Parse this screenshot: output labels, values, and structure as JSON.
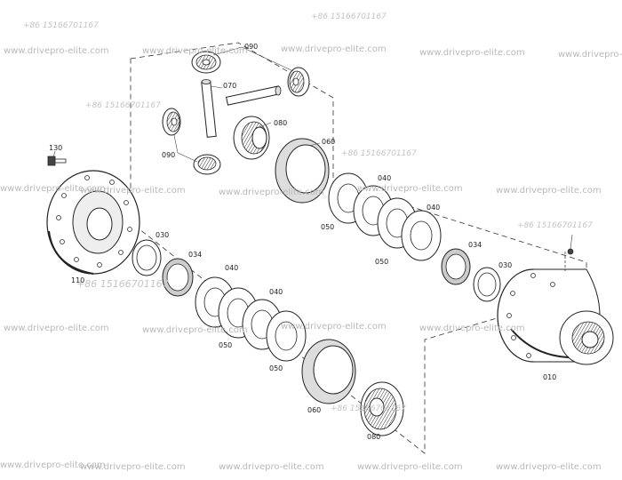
{
  "diagram": {
    "watermark_url": "www.drivepro-elite.com",
    "watermark_phone": "+86 15166701167",
    "part_labels": {
      "p090_top": "090",
      "p070": "070",
      "p090_left": "090",
      "p080_top": "080",
      "p060_top": "060",
      "p040_a": "040",
      "p040_b": "040",
      "p050_a": "050",
      "p050_b": "050",
      "p130": "130",
      "p030_left": "030",
      "p034_left": "034",
      "p110": "110",
      "p040_c": "040",
      "p040_d": "040",
      "p050_c": "050",
      "p050_d": "050",
      "p060_bot": "060",
      "p080_bot": "080",
      "p034_right": "034",
      "p030_right": "030",
      "p010": "010"
    }
  }
}
